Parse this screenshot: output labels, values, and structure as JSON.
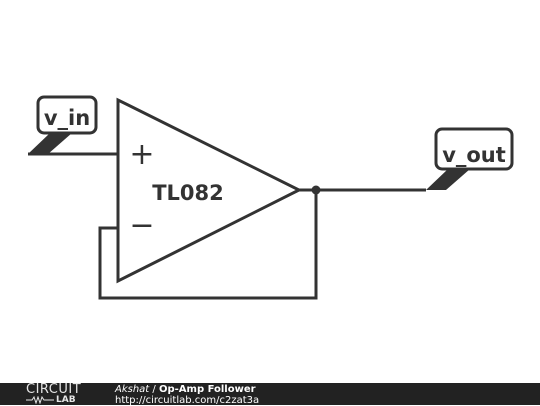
{
  "circuit": {
    "amp_label": "TL082",
    "plus_sign": "+",
    "minus_sign": "−",
    "input_label": "v_in",
    "output_label": "v_out"
  },
  "footer": {
    "logo_top": "CIRCUIT",
    "logo_bottom": "LAB",
    "author": "Akshat",
    "separator": " / ",
    "title": "Op-Amp Follower",
    "url": "http://circuitlab.com/c2zat3a"
  },
  "colors": {
    "wire": "#333333",
    "footer_bg": "#222222",
    "footer_text": "#ffffff"
  }
}
